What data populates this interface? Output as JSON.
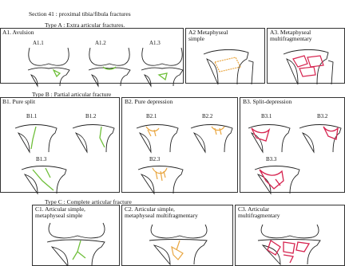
{
  "header": {
    "section_title": "Section 41 : proximal tibia/fibula fractures"
  },
  "type_a": {
    "title": "Type A : Extra articular fractures.",
    "panels": [
      {
        "label": "A1. Avulsion",
        "subs": [
          "A1.1",
          "A1.2",
          "A1.3"
        ]
      },
      {
        "label": "A2 Metaphyseal\nsimple",
        "subs": []
      },
      {
        "label": "A3. Metaphyseal\nmultifragmentary",
        "subs": []
      }
    ]
  },
  "type_b": {
    "title": "Type B : Partial articular fracture",
    "panels": [
      {
        "label": "B1. Pure split",
        "subs": [
          "B1.1",
          "B1.2",
          "B1.3"
        ]
      },
      {
        "label": "B2. Pure depression",
        "subs": [
          "B2.1",
          "B2.2",
          "B2.3"
        ]
      },
      {
        "label": "B3. Split-depression",
        "subs": [
          "B3.1",
          "B3.2",
          "B3.3"
        ]
      }
    ]
  },
  "type_c": {
    "title": "Type C : Complete articular fracture",
    "panels": [
      {
        "label": "C1. Articular simple,\nmetaphyseal simple",
        "subs": []
      },
      {
        "label": "C2. Articular simple,\nmetaphyseal multifragmentary",
        "subs": []
      },
      {
        "label": "C3. Articular\nmultifragmentary",
        "subs": []
      }
    ]
  },
  "colors": {
    "green": "#6fbf3a",
    "orange": "#e9a640",
    "red": "#d6234f",
    "outline": "#222222"
  }
}
